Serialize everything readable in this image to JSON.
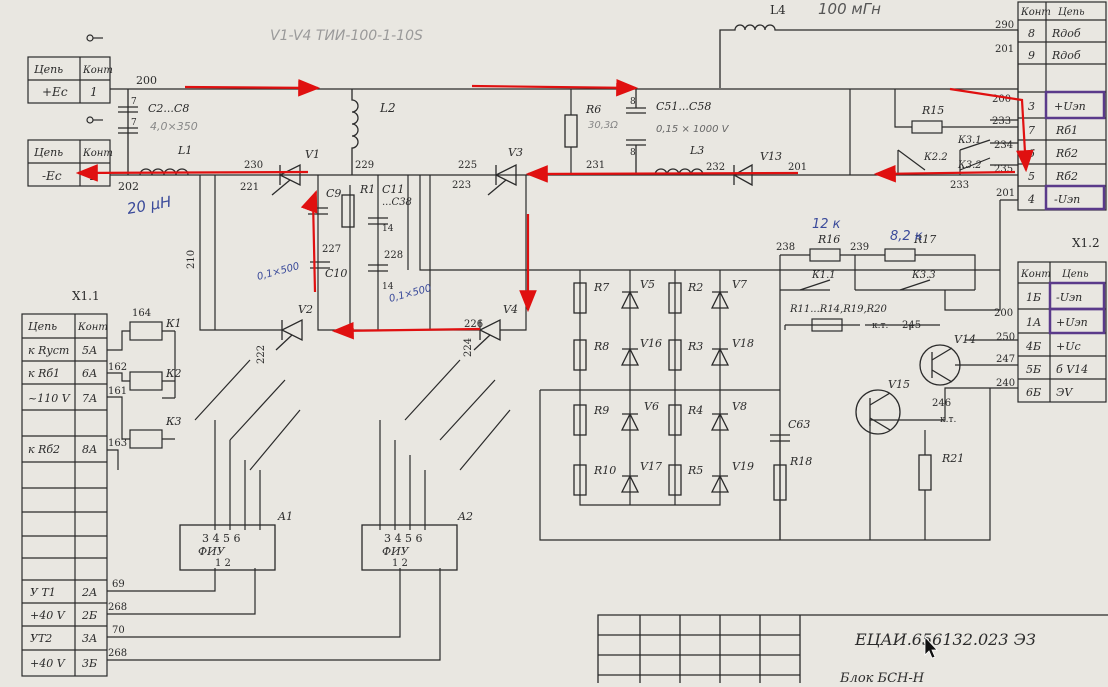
{
  "header_note": "V1-V4 ТИИ-100-1-10S",
  "top_inductor": {
    "name": "L4",
    "value": "100 мГн"
  },
  "x1_1_top": {
    "headers": [
      "Цепь",
      "Конт"
    ],
    "rows": [
      [
        "+Ec",
        "1"
      ]
    ]
  },
  "x1_1_bottom": {
    "headers": [
      "Цепь",
      "Конт"
    ],
    "rows": [
      [
        "-Ec",
        "2"
      ]
    ]
  },
  "x1_1_main": {
    "title": "X1.1",
    "headers": [
      "Цепь",
      "Конт"
    ],
    "rows": [
      [
        "к Rуст",
        "5А"
      ],
      [
        "к Rб1",
        "6А"
      ],
      [
        "~110 V",
        "7А"
      ],
      [
        "к Rб2",
        "8А"
      ]
    ],
    "bottom_rows": [
      [
        "У Т1",
        "2А"
      ],
      [
        "+40 V",
        "2Б"
      ],
      [
        "УТ2",
        "3А"
      ],
      [
        "+40 V",
        "3Б"
      ]
    ]
  },
  "x1_right_top": {
    "headers": [
      "Конт",
      "Цепь"
    ],
    "rows": [
      [
        "8",
        "Rдоб"
      ],
      [
        "9",
        "Rдоб"
      ],
      [
        "3",
        "+Uэп"
      ],
      [
        "7",
        "Rб1"
      ],
      [
        "6",
        "Rб2"
      ],
      [
        "5",
        "Rб2"
      ],
      [
        "4",
        "-Uэп"
      ]
    ]
  },
  "x1_2": {
    "title": "X1.2",
    "headers": [
      "Конт",
      "Цепь"
    ],
    "rows": [
      [
        "1Б",
        "-Uэп"
      ],
      [
        "1А",
        "+Uэп"
      ],
      [
        "4Б",
        "+Uc"
      ],
      [
        "5Б",
        "б V14"
      ],
      [
        "6Б",
        "ЭV"
      ]
    ]
  },
  "components": {
    "c2c8": "C2...C8",
    "c2c8_val": "4,0×350",
    "l1": "L1",
    "l1_val": "20 μH",
    "l2": "L2",
    "r6": "R6",
    "r6_val": "30,3Ω",
    "c51": "C51...C58",
    "c51_val": "0,15 × 1000 V",
    "l3": "L3",
    "v13": "V13",
    "r15": "R15",
    "k31": "К3.1",
    "k22": "К2.2",
    "k32": "К3.2",
    "v1": "V1",
    "v3": "V3",
    "v2": "V2",
    "v4": "V4",
    "c9": "C9",
    "r1": "R1",
    "c10": "C10",
    "c10_val": "0,1×500",
    "c11": "C11",
    "c11b": "...C38",
    "c11_val": "0,1×500",
    "r16": "R16",
    "r16_val": "12 к",
    "r17": "R17",
    "r17_val": "8,2 к",
    "k11": "К1.1",
    "k33": "К3.3",
    "r11": "R11...R14,R19,R20",
    "kt1": "к.т.",
    "kt2": "к.т.",
    "v14": "V14",
    "v15": "V15",
    "r21": "R21",
    "c63": "C63",
    "r18": "R18",
    "k1": "К1",
    "k2": "К2",
    "k3": "К3",
    "a1": "A1",
    "a2": "A2",
    "fiu": "ФИУ",
    "r_left": [
      "R7",
      "R8",
      "R9",
      "R10"
    ],
    "v_left": [
      "V5",
      "V16",
      "V6",
      "V17"
    ],
    "r_right": [
      "R2",
      "R3",
      "R4",
      "R5"
    ],
    "v_right": [
      "V7",
      "V18",
      "V8",
      "V19"
    ]
  },
  "nodes": {
    "n200": "200",
    "n202": "202",
    "n230": "230",
    "n221": "221",
    "n229": "229",
    "n225": "225",
    "n223": "223",
    "n227": "227",
    "n228": "228",
    "n231": "231",
    "n232": "232",
    "n201": "201",
    "n233a": "233",
    "n234": "234",
    "n235": "235",
    "n233b": "233",
    "n200r": "200",
    "n290": "290",
    "n201t": "201",
    "n201b": "201",
    "n226": "226",
    "n222": "222",
    "n224": "224",
    "n210": "210",
    "n238": "238",
    "n239": "239",
    "n245": "245",
    "n200b": "200",
    "n250": "250",
    "n247": "247",
    "n240": "240",
    "n246": "246",
    "n164": "164",
    "n162": "162",
    "n161": "161",
    "n163": "163",
    "n69": "69",
    "n268a": "268",
    "n70": "70",
    "n268b": "268",
    "c7a": "7",
    "c7b": "7",
    "c8a": "8",
    "c8b": "8",
    "c14a": "14",
    "c14b": "14",
    "k1_pins": "3 4 5 6",
    "k2_pins": "3 4 5 6",
    "a_pins": "1 2"
  },
  "title_block": {
    "doc_number": "ЕЦАИ.656132.023 ЭЗ",
    "name_fragment": "Блок   БСН-Н"
  },
  "colors": {
    "paper": "#e9e7e1",
    "ink": "#2b2b2b",
    "arrow": "#e01010",
    "handwriting": "#3a4a9a",
    "highlight_box": "#5a3a8a"
  }
}
